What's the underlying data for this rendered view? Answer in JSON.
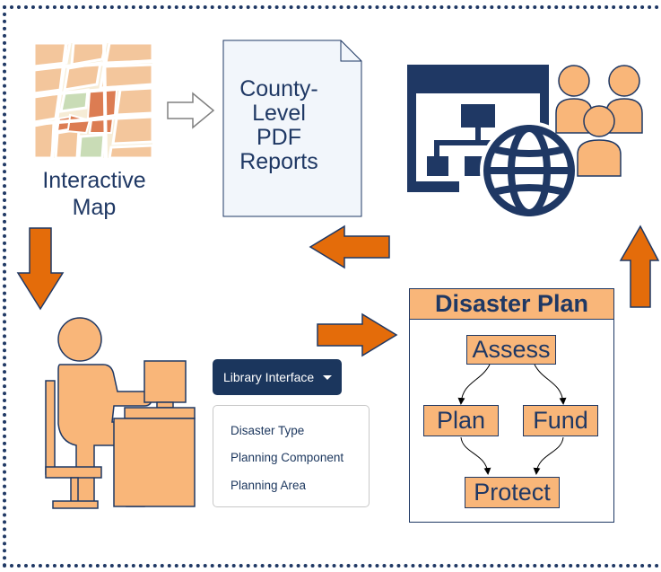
{
  "map": {
    "label_line1": "Interactive",
    "label_line2": "Map",
    "icon": "map-thumbnail"
  },
  "report": {
    "line1": "County-",
    "line2": "Level",
    "line3": "PDF",
    "line4": "Reports",
    "icon": "document-icon"
  },
  "web_app": {
    "icon": "website-sitemap-globe-icon",
    "users_icon": "user-group-icon"
  },
  "workstation": {
    "icon": "person-at-computer-icon"
  },
  "library_interface": {
    "button_label": "Library Interface",
    "items": [
      "Disaster Type",
      "Planning Component",
      "Planning Area"
    ]
  },
  "disaster_plan": {
    "title": "Disaster Plan",
    "steps": {
      "assess": "Assess",
      "plan": "Plan",
      "fund": "Fund",
      "protect": "Protect"
    }
  },
  "colors": {
    "navy": "#1f3864",
    "orange": "#e46c0a",
    "light_orange": "#f9b679",
    "dropdown_bg": "#1b365d"
  }
}
